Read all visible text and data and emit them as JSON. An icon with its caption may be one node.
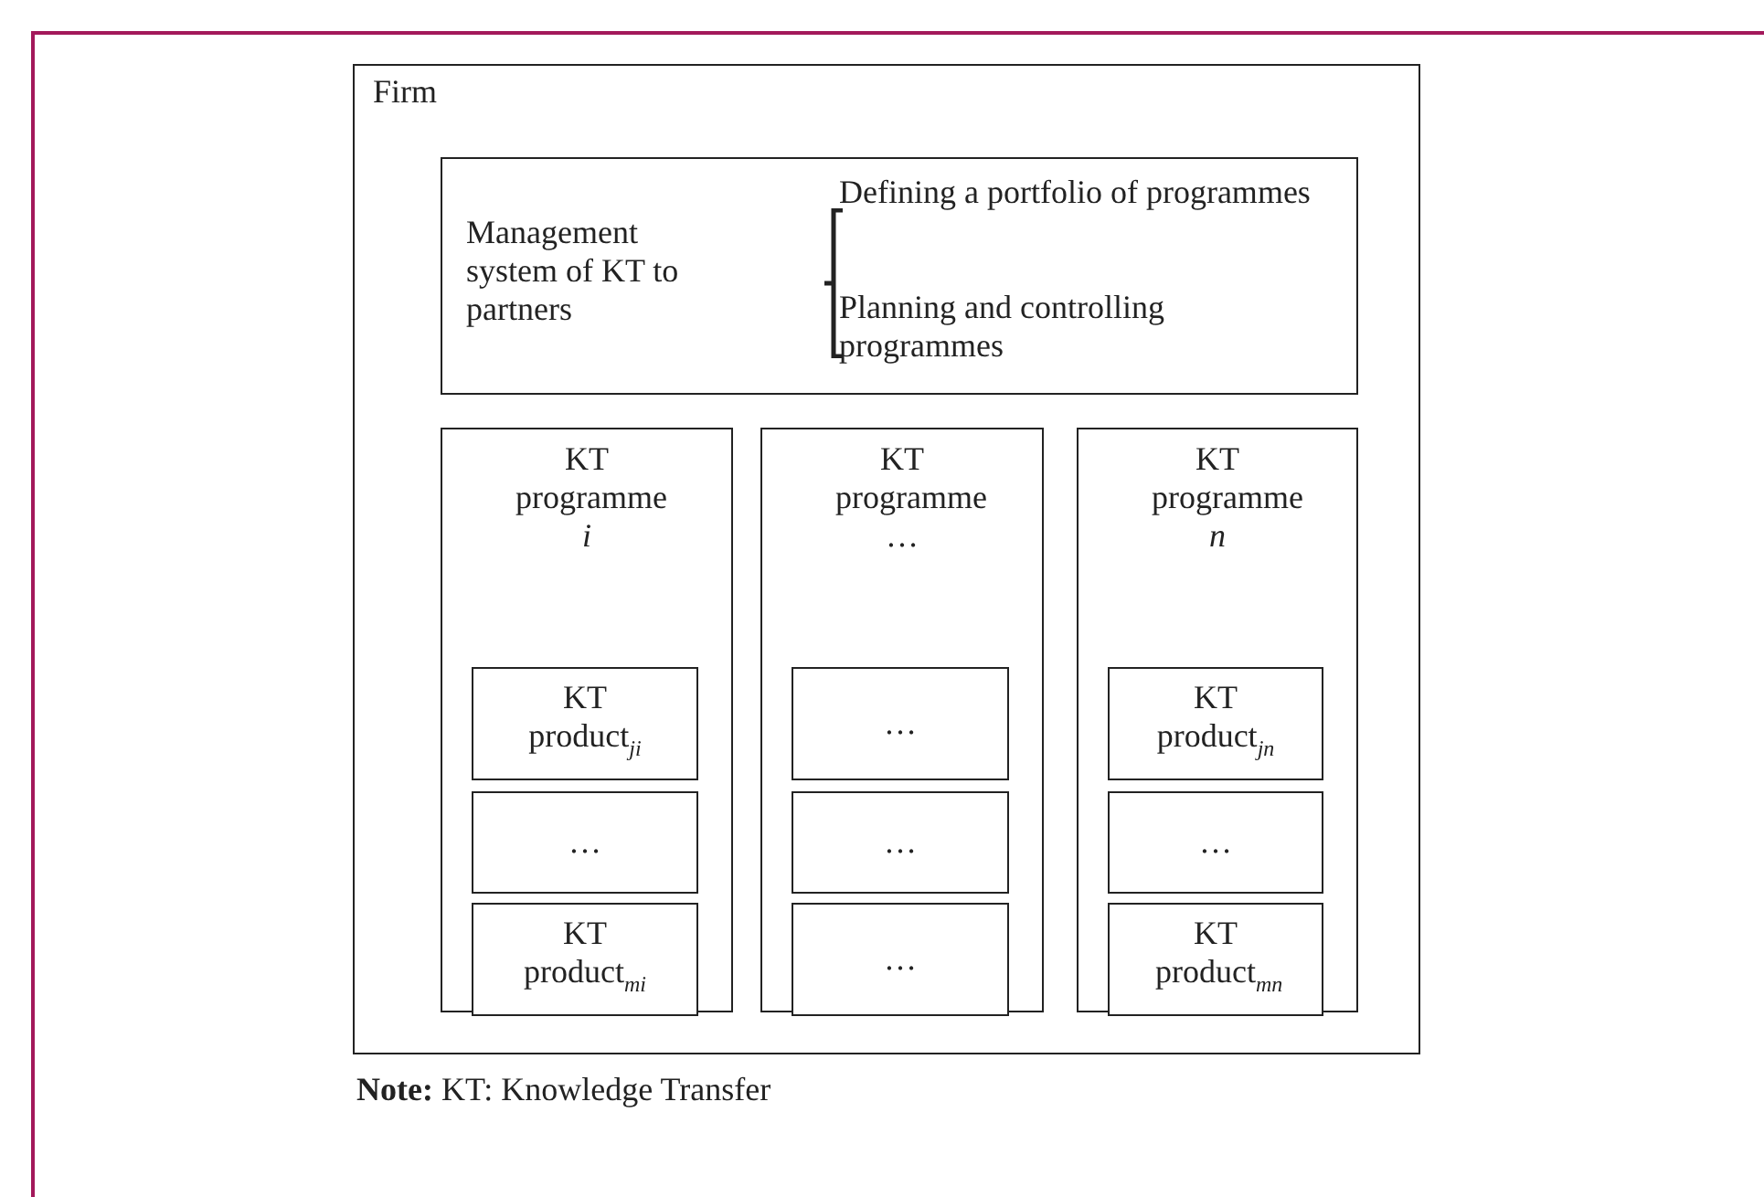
{
  "diagram": {
    "nodes": [
      {
        "text": [
          "Firm"
        ]
      },
      {
        "text": [
          "Management system of KT to partners",
          "Defining a portfolio of programmes",
          "Planning and controlling programmes"
        ],
        "in": 0
      },
      {
        "text": [
          "KT programme *i*"
        ],
        "in": 0
      },
      {
        "text": [
          "KT product$_{ji}$"
        ],
        "in": 2
      },
      {
        "text": [
          "…"
        ],
        "in": 2
      },
      {
        "text": [
          "KT product$_{mi}$"
        ],
        "in": 2
      },
      {
        "text": [
          "KT programme …"
        ],
        "in": 0
      },
      {
        "text": [
          "…"
        ],
        "in": 6
      },
      {
        "text": [
          "…"
        ],
        "in": 6
      },
      {
        "text": [
          "…"
        ],
        "in": 6
      },
      {
        "text": [
          "KT programme *n*"
        ],
        "in": 0
      },
      {
        "text": [
          "KT product$_{jn}$"
        ],
        "in": 10
      },
      {
        "text": [
          "…"
        ],
        "in": 10
      },
      {
        "text": [
          "KT product$_{mn}$"
        ],
        "in": 10
      }
    ],
    "edges": [],
    "labels": [
      "**Note:** KT: Knowledge Transfer"
    ]
  }
}
